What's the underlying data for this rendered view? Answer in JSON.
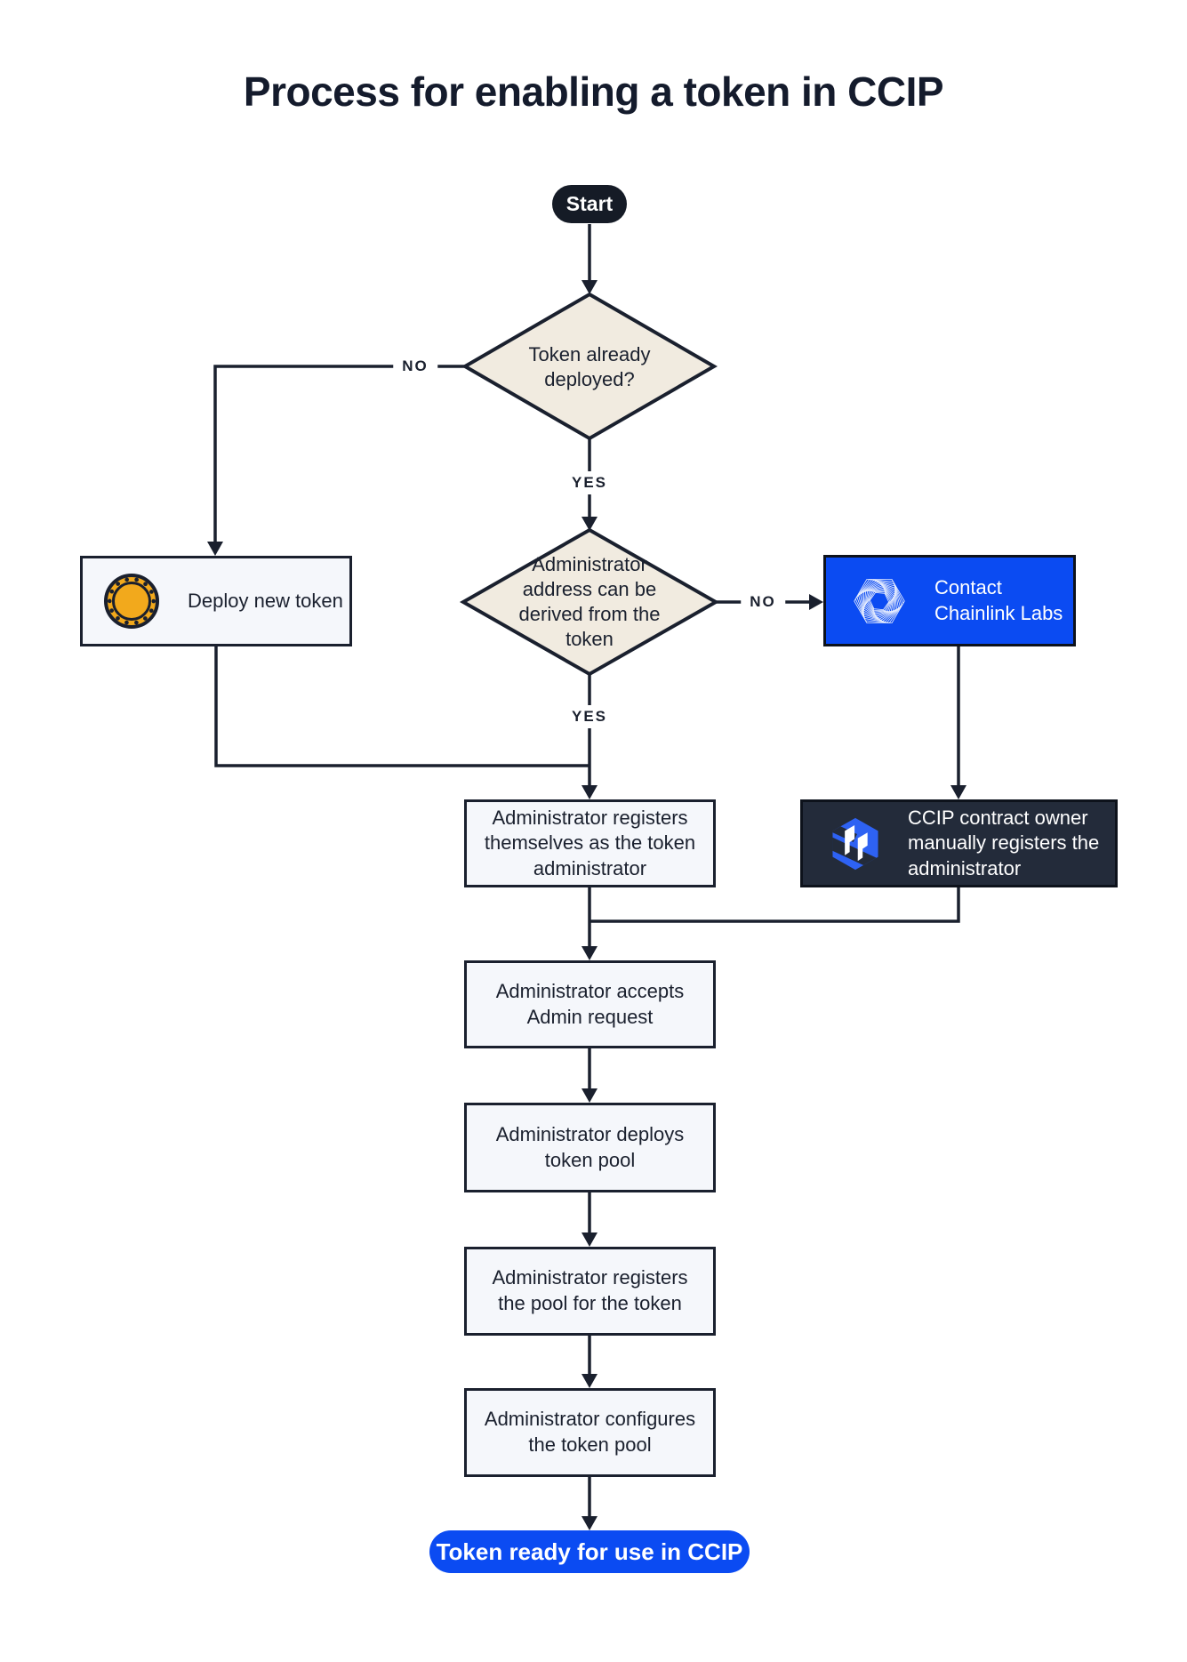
{
  "title": "Process for enabling a token in CCIP",
  "colors": {
    "ink": "#1A202E",
    "diamond_fill": "#F1EBE0",
    "process_fill": "#F5F7FB",
    "accent_blue": "#0B4BF2",
    "dark_box": "#232B3A",
    "start_pill": "#151B26",
    "coin_gold": "#F2A91C",
    "ccip_icon_blue": "#2E62F3"
  },
  "nodes": {
    "start": {
      "label": "Start"
    },
    "decision_token_deployed": {
      "label": "Token already deployed?"
    },
    "deploy_new_token": {
      "label": "Deploy new token",
      "icon": "coin-icon"
    },
    "decision_admin_address": {
      "label": "Administrator address can be derived from the token"
    },
    "contact_chainlink": {
      "label": "Contact Chainlink Labs",
      "icon": "chainlink-hexagon-icon"
    },
    "ccip_owner_registers": {
      "label": "CCIP contract owner manually registers the administrator",
      "icon": "ccip-cube-icon"
    },
    "admin_registers_self": {
      "label": "Administrator registers themselves as the token administrator"
    },
    "admin_accepts": {
      "label": "Administrator accepts Admin request"
    },
    "admin_deploys_pool": {
      "label": "Administrator deploys token pool"
    },
    "admin_registers_pool": {
      "label": "Administrator registers the pool for the token"
    },
    "admin_configures_pool": {
      "label": "Administrator configures the token pool"
    },
    "token_ready": {
      "label": "Token ready for use in CCIP"
    }
  },
  "edge_labels": {
    "no_token_deployed": "NO",
    "yes_token_deployed": "YES",
    "no_admin_address": "NO",
    "yes_admin_address": "YES"
  }
}
